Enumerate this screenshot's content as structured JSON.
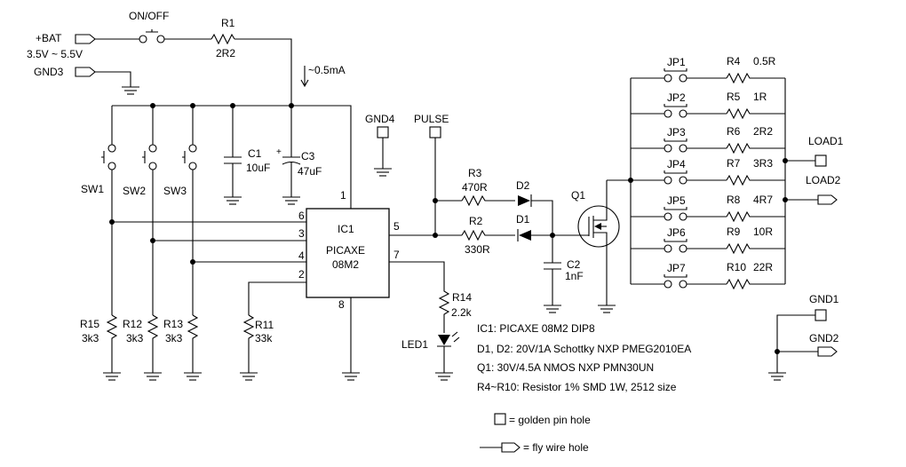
{
  "power": {
    "bat_label": "+BAT",
    "bat_range": "3.5V ~ 5.5V",
    "gnd3_label": "GND3",
    "switch_label": "ON/OFF",
    "current_note": "~0.5mA",
    "gnd4_label": "GND4",
    "pulse_label": "PULSE"
  },
  "components": {
    "r1_ref": "R1",
    "r1_val": "2R2",
    "c1_ref": "C1",
    "c1_val": "10uF",
    "c3_ref": "C3",
    "c3_val": "47uF",
    "c3_plus": "+",
    "sw1": "SW1",
    "sw2": "SW2",
    "sw3": "SW3",
    "ic_ref": "IC1",
    "ic_name1": "PICAXE",
    "ic_name2": "08M2",
    "pin1": "1",
    "pin2": "2",
    "pin3": "3",
    "pin4": "4",
    "pin5": "5",
    "pin6": "6",
    "pin7": "7",
    "pin8": "8",
    "r3_ref": "R3",
    "r3_val": "470R",
    "r2_ref": "R2",
    "r2_val": "330R",
    "d1": "D1",
    "d2": "D2",
    "c2_ref": "C2",
    "c2_val": "1nF",
    "q1": "Q1",
    "r14_ref": "R14",
    "r14_val": "2.2k",
    "led1": "LED1",
    "r15": "R15",
    "r15_val": "3k3",
    "r12": "R12",
    "r12_val": "3k3",
    "r13": "R13",
    "r13_val": "3k3",
    "r11": "R11",
    "r11_val": "33k"
  },
  "load_bank": {
    "jumpers": [
      "JP1",
      "JP2",
      "JP3",
      "JP4",
      "JP5",
      "JP6",
      "JP7"
    ],
    "resistor_refs": [
      "R4",
      "R5",
      "R6",
      "R7",
      "R8",
      "R9",
      "R10"
    ],
    "resistor_vals": [
      "0.5R",
      "1R",
      "2R2",
      "3R3",
      "4R7",
      "10R",
      "22R"
    ],
    "load1_label": "LOAD1",
    "load2_label": "LOAD2",
    "gnd1_label": "GND1",
    "gnd2_label": "GND2"
  },
  "notes": [
    "IC1: PICAXE 08M2 DIP8",
    "D1, D2: 20V/1A Schottky NXP PMEG2010EA",
    "Q1: 30V/4.5A NMOS NXP PMN30UN",
    "R4~R10: Resistor 1% SMD 1W, 2512 size"
  ],
  "legend": {
    "golden_pin": "= golden pin hole",
    "fly_wire": "= fly wire hole"
  }
}
